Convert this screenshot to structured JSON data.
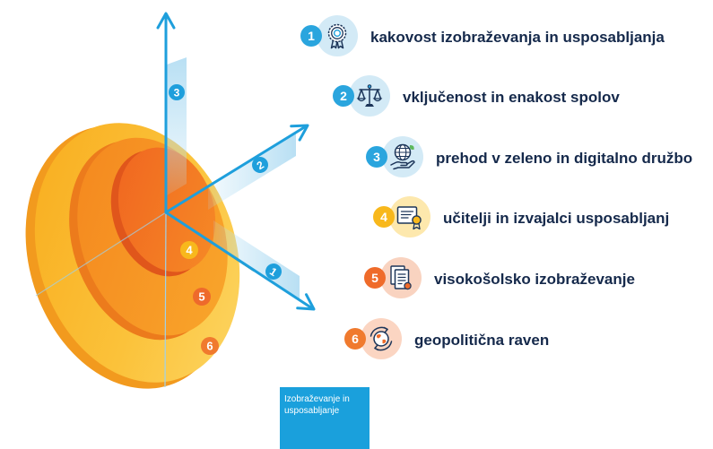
{
  "diagram": {
    "axis_markers": [
      {
        "label": "1",
        "color": "#1e9fdc"
      },
      {
        "label": "2",
        "color": "#1e9fdc"
      },
      {
        "label": "3",
        "color": "#1e9fdc"
      }
    ],
    "disk_markers": [
      {
        "label": "4",
        "color": "#f8b81c"
      },
      {
        "label": "5",
        "color": "#ee6a2b"
      },
      {
        "label": "6",
        "color": "#f07a2e"
      }
    ]
  },
  "items": [
    {
      "number": "1",
      "label": "kakovost izobraževanja in usposabljanja",
      "icon": "award-icon",
      "badge_color": "#2aa5de",
      "bubble_color": "#d3eaf6"
    },
    {
      "number": "2",
      "label": "vključenost in enakost spolov",
      "icon": "scales-icon",
      "badge_color": "#2aa5de",
      "bubble_color": "#d3eaf6"
    },
    {
      "number": "3",
      "label": "prehod v zeleno in digitalno družbo",
      "icon": "globe-hand-icon",
      "badge_color": "#2aa5de",
      "bubble_color": "#d3eaf6"
    },
    {
      "number": "4",
      "label": "učitelji in izvajalci usposabljanj",
      "icon": "certificate-icon",
      "badge_color": "#f8b81c",
      "bubble_color": "#fde8ad"
    },
    {
      "number": "5",
      "label": "visokošolsko izobraževanje",
      "icon": "documents-icon",
      "badge_color": "#ef6b2a",
      "bubble_color": "#f9d3c0"
    },
    {
      "number": "6",
      "label": "geopolitična raven",
      "icon": "globe-arrows-icon",
      "badge_color": "#f07a2e",
      "bubble_color": "#fbd5c2"
    }
  ],
  "footer_tile": {
    "text": "Izobraževanje in usposabljanje",
    "color": "#1aa0dc"
  }
}
